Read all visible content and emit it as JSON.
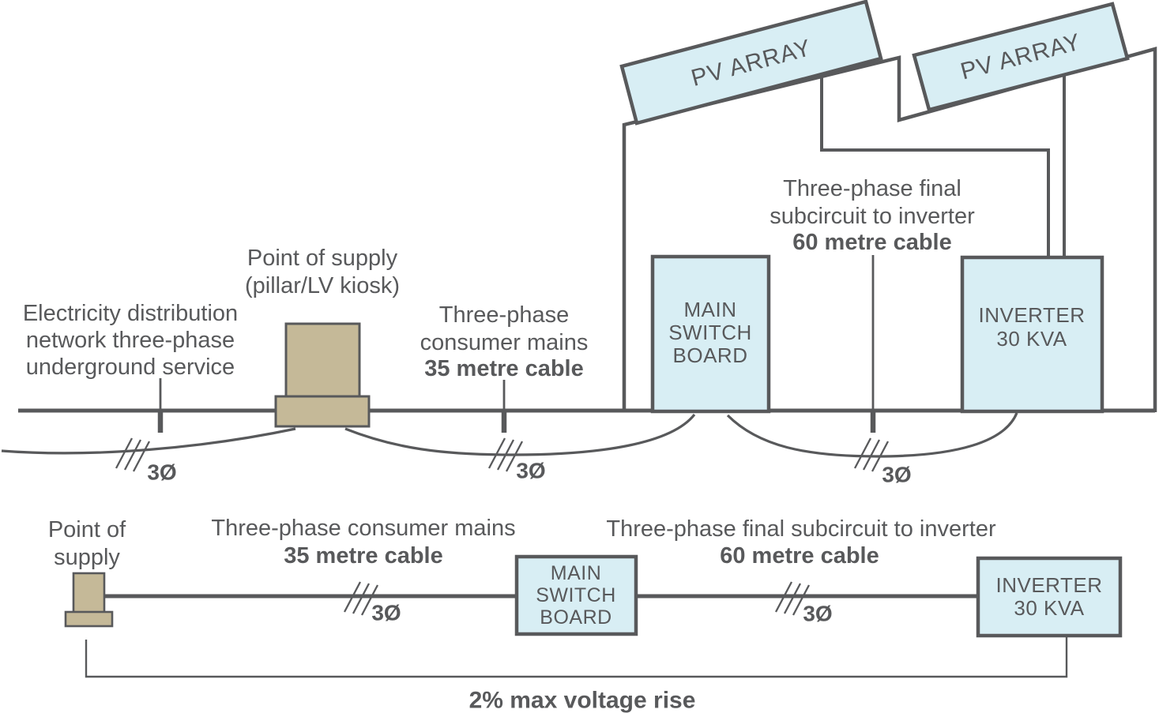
{
  "title": "PV installation voltage rise diagram",
  "colors": {
    "line_and_text": "#58595b",
    "box_fill": "#d8eef4",
    "pillar_fill": "#c5b998",
    "background": "#ffffff"
  },
  "top_diagram": {
    "pv_array_left_label": "PV ARRAY",
    "pv_array_right_label": "PV ARRAY",
    "service_label_lines": [
      "Electricity distribution",
      "network three-phase",
      "underground service"
    ],
    "point_of_supply_label_lines": [
      "Point of supply",
      "(pillar/LV kiosk)"
    ],
    "consumer_mains_label_lines": [
      "Three-phase",
      "consumer mains"
    ],
    "consumer_mains_cable": "35 metre cable",
    "subcircuit_label_lines": [
      "Three-phase final",
      "subcircuit to inverter"
    ],
    "subcircuit_cable": "60 metre cable",
    "main_switchboard_lines": [
      "MAIN",
      "SWITCH",
      "BOARD"
    ],
    "inverter_lines": [
      "INVERTER",
      "30 KVA"
    ],
    "phase_label_service": "3Ø",
    "phase_label_mains": "3Ø",
    "phase_label_subcircuit": "3Ø"
  },
  "bottom_diagram": {
    "point_of_supply_lines": [
      "Point of",
      "supply"
    ],
    "consumer_mains_label": "Three-phase consumer mains",
    "consumer_mains_cable": "35 metre cable",
    "subcircuit_label": "Three-phase final subcircuit to inverter",
    "subcircuit_cable": "60 metre cable",
    "main_switchboard_lines": [
      "MAIN",
      "SWITCH",
      "BOARD"
    ],
    "inverter_lines": [
      "INVERTER",
      "30 KVA"
    ],
    "phase_label_mains": "3Ø",
    "phase_label_subcircuit": "3Ø",
    "voltage_rise_label": "2% max voltage rise"
  }
}
